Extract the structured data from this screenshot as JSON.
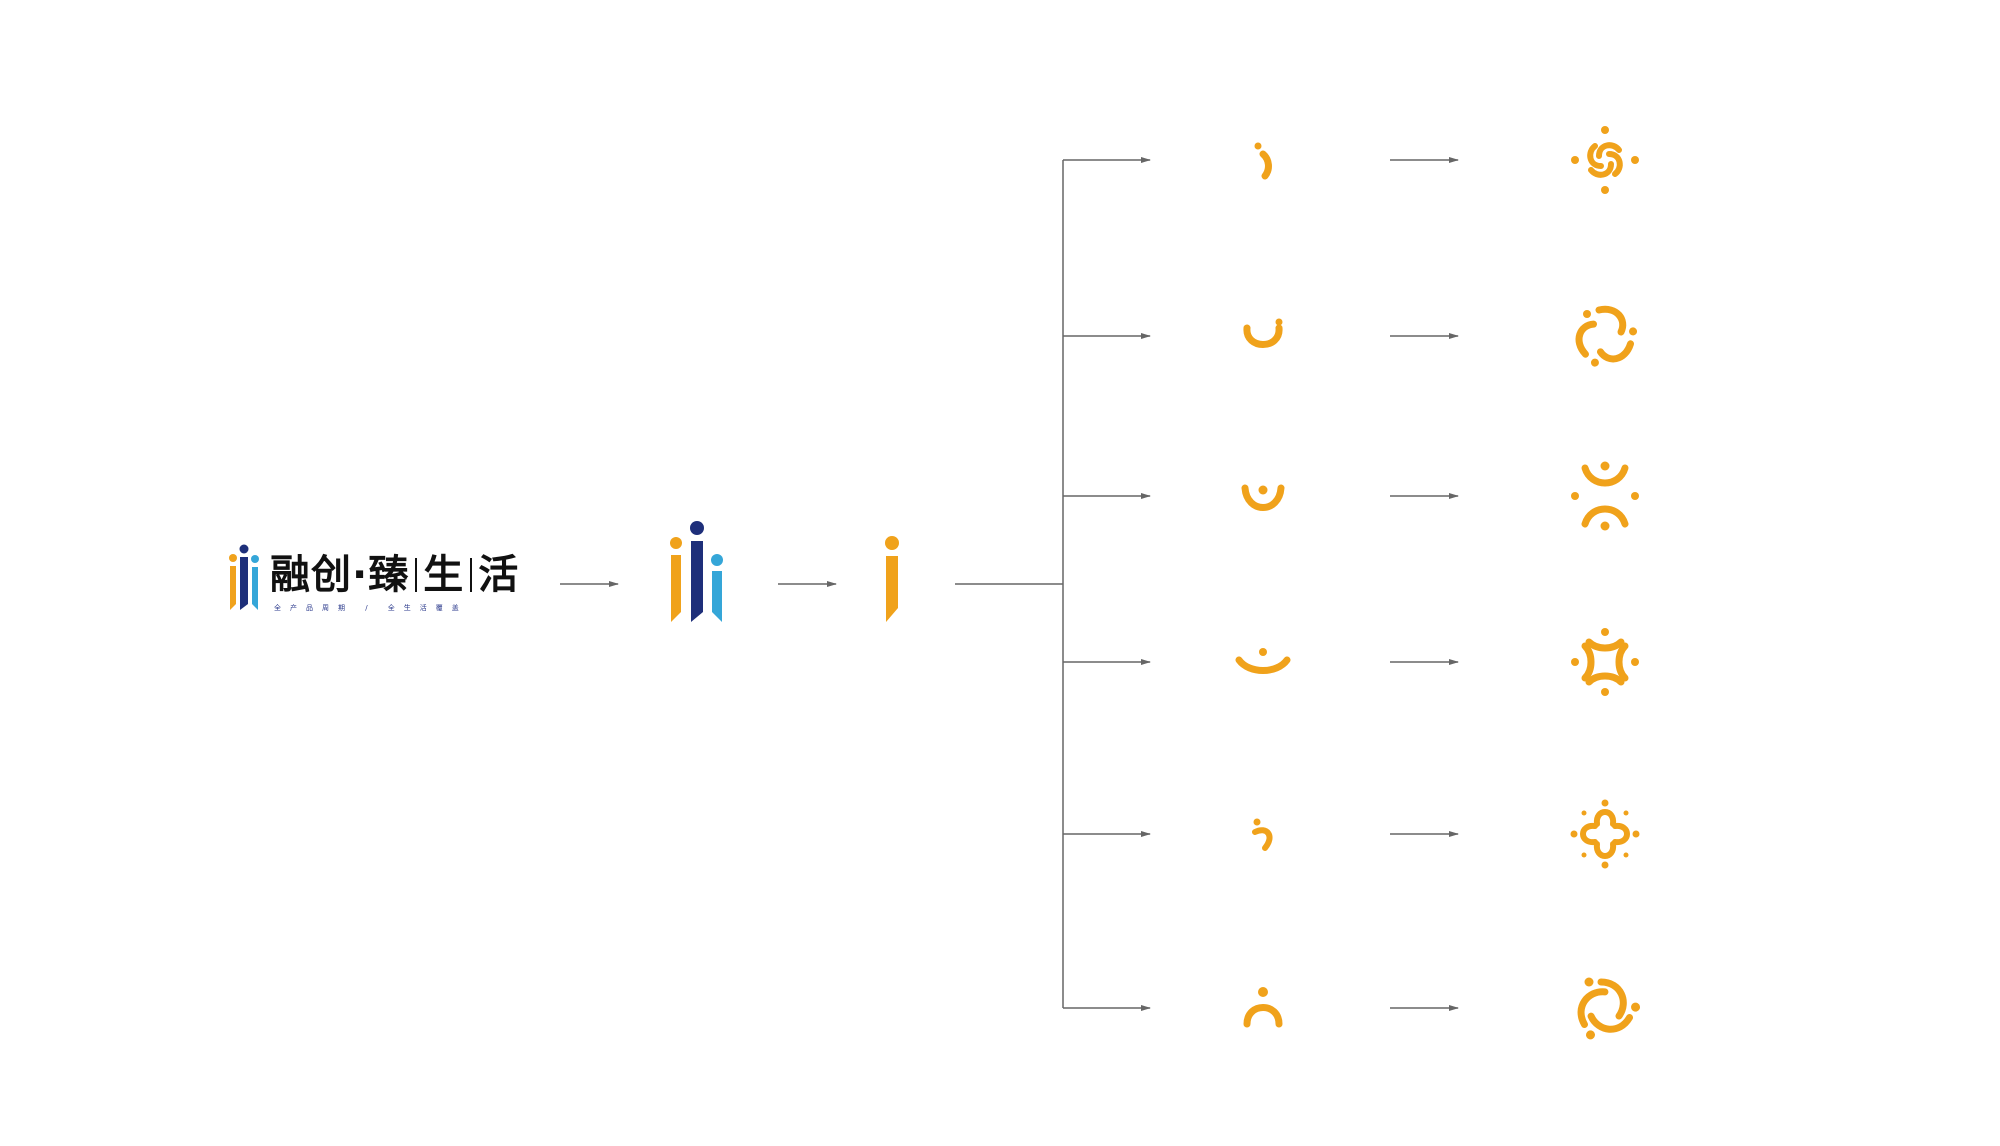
{
  "brand": {
    "name_part1": "融创",
    "name_dot": "·",
    "name_part2": "臻",
    "name_part3": "生",
    "name_part4": "活",
    "slogan": "全产品周期 / 全生活覆盖"
  },
  "colors": {
    "orange": "#F0A21B",
    "navy": "#1E2F7A",
    "light_blue": "#35A6D8",
    "line": "#666666"
  },
  "variants": [
    {
      "fragment": "arc-icon",
      "pattern": "swirl-icon"
    },
    {
      "fragment": "cup-icon",
      "pattern": "loop-icon"
    },
    {
      "fragment": "smile-dot-icon",
      "pattern": "figures-icon"
    },
    {
      "fragment": "wide-smile-icon",
      "pattern": "star-frame-icon"
    },
    {
      "fragment": "hook-icon",
      "pattern": "clover-icon"
    },
    {
      "fragment": "person-arc-icon",
      "pattern": "spiral-icon"
    }
  ]
}
